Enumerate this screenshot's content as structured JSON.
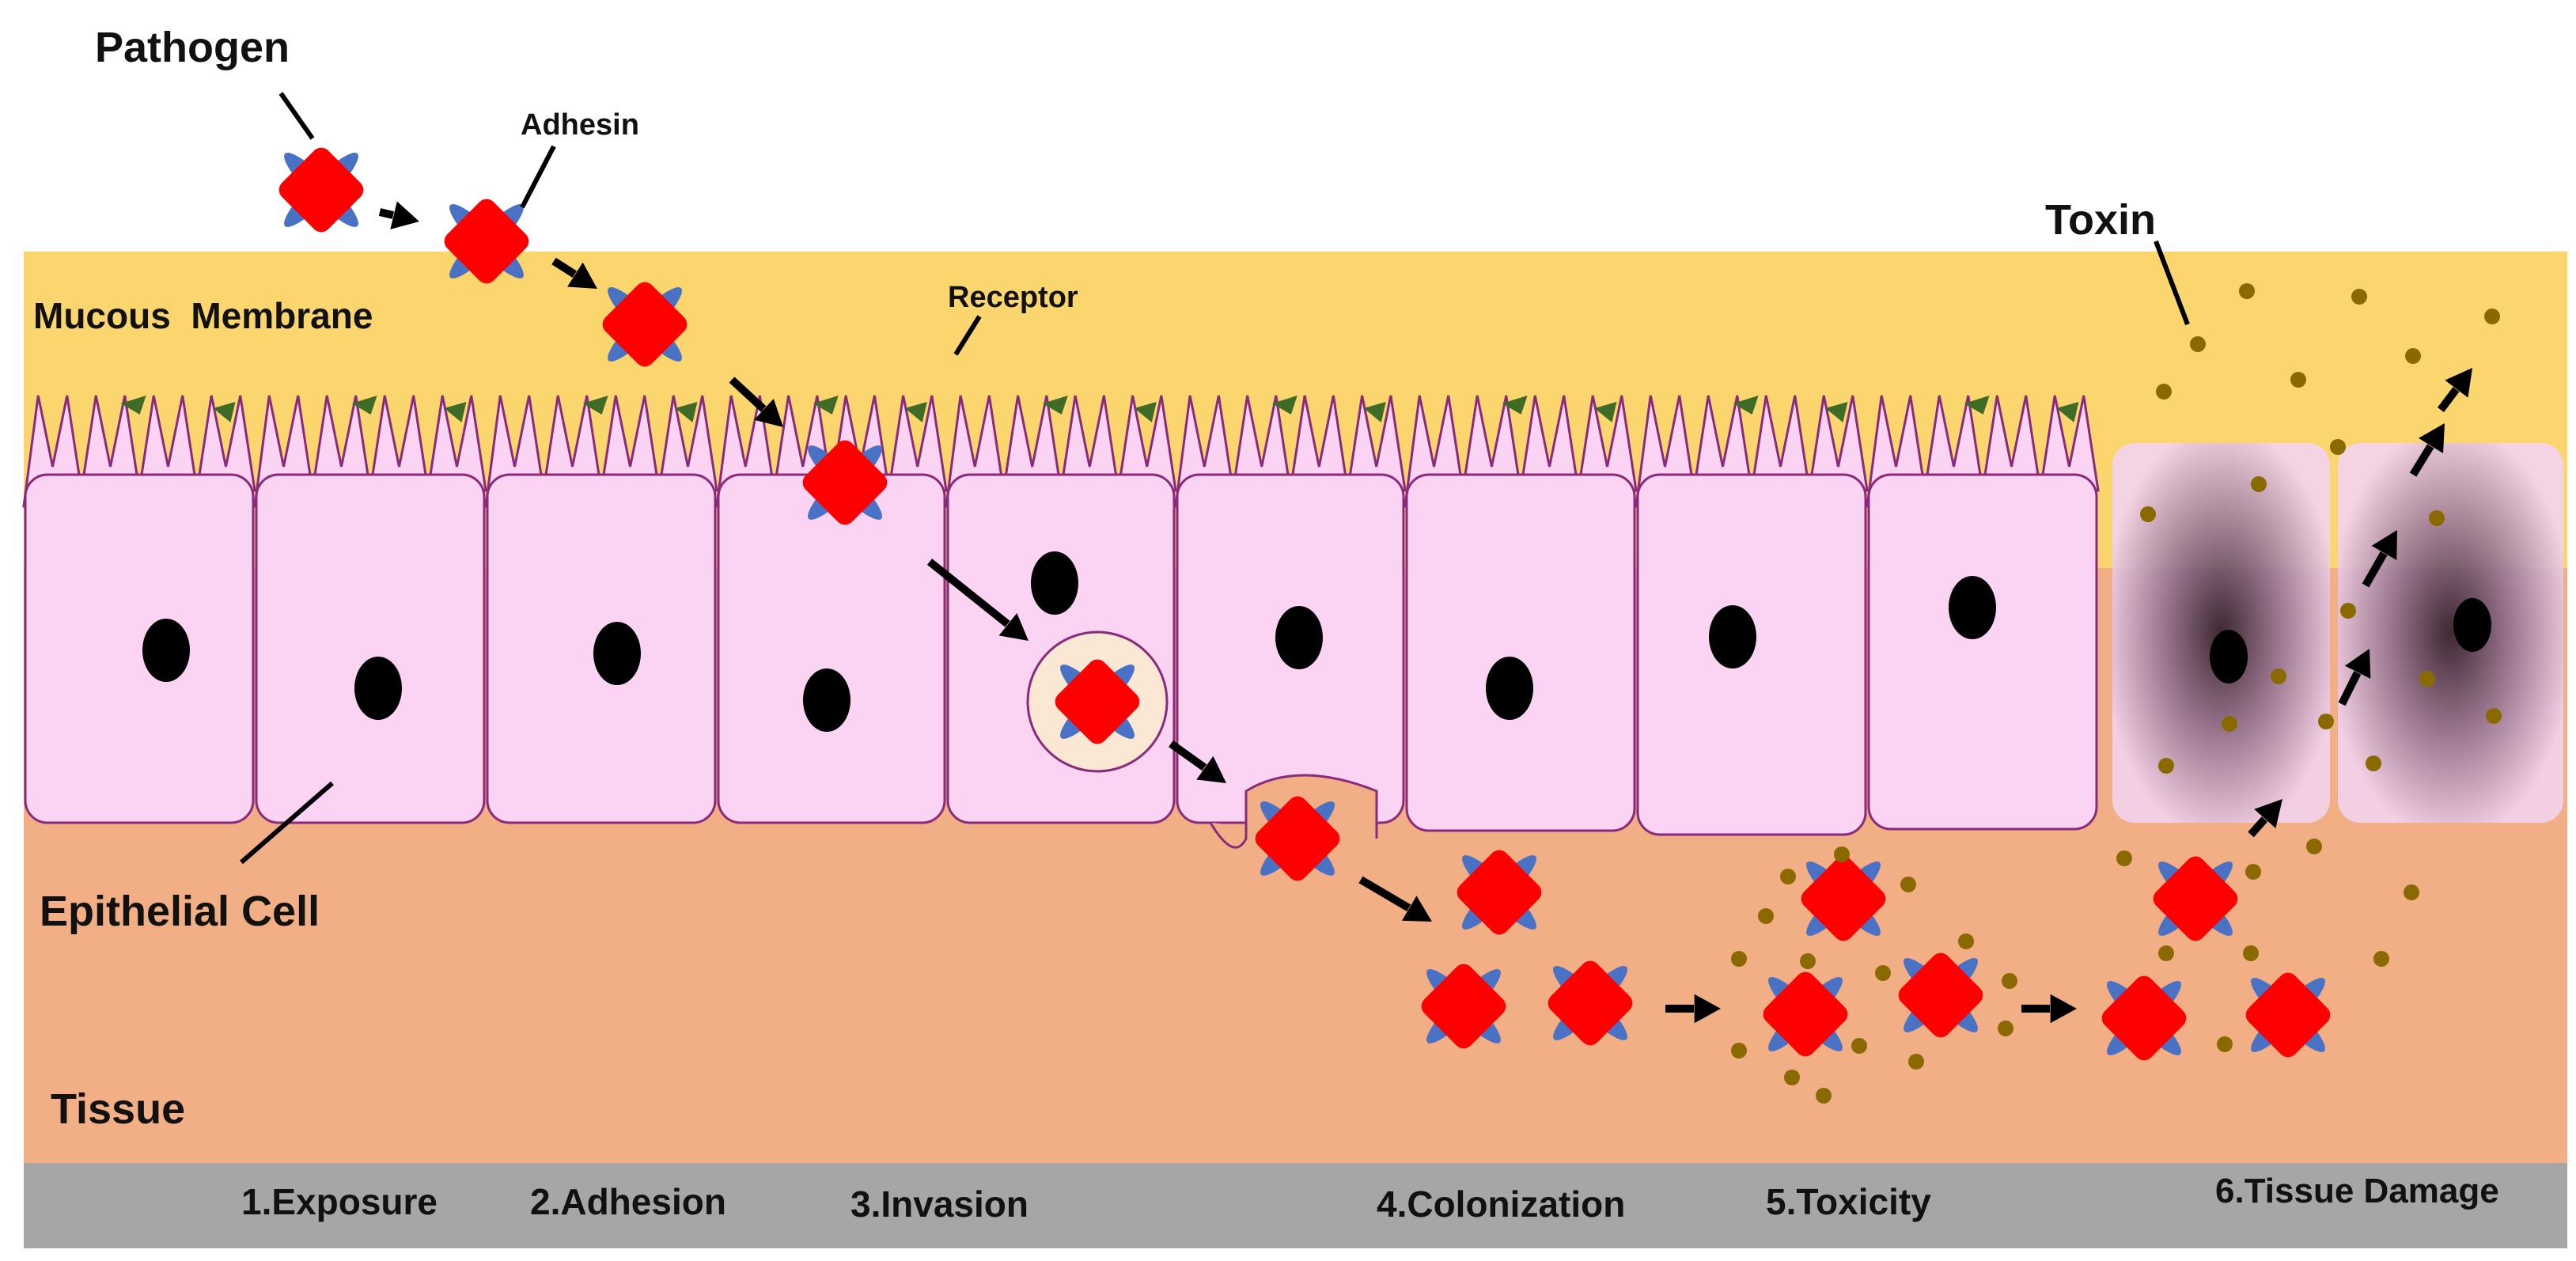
{
  "labels": {
    "pathogen": "Pathogen",
    "adhesin": "Adhesin",
    "mucous_membrane": "Mucous  Membrane",
    "receptor": "Receptor",
    "toxin": "Toxin",
    "epithelial_cell": "Epithelial Cell",
    "tissue": "Tissue"
  },
  "stages": [
    "1.Exposure",
    "2.Adhesion",
    "3.Invasion",
    "4.Colonization",
    "5.Toxicity",
    "6.Tissue Damage"
  ],
  "colors": {
    "mucus": "#fbd56d",
    "cell_fill": "#fbd3f3",
    "cell_border": "#8a2a7a",
    "tissue": "#f2ae84",
    "stage_bar": "#a6a6a6",
    "pathogen": "#ff0000",
    "adhesin": "#4a72c4",
    "receptor": "#3e6b25",
    "toxin": "#8a6a00",
    "damaged_cell": "#c9a6c9",
    "vesicle": "#fbe8d4"
  },
  "icons": {
    "pathogen": "red-diamond-with-blue-adhesins",
    "toxin": "brown-dot",
    "receptor": "green-stub"
  }
}
